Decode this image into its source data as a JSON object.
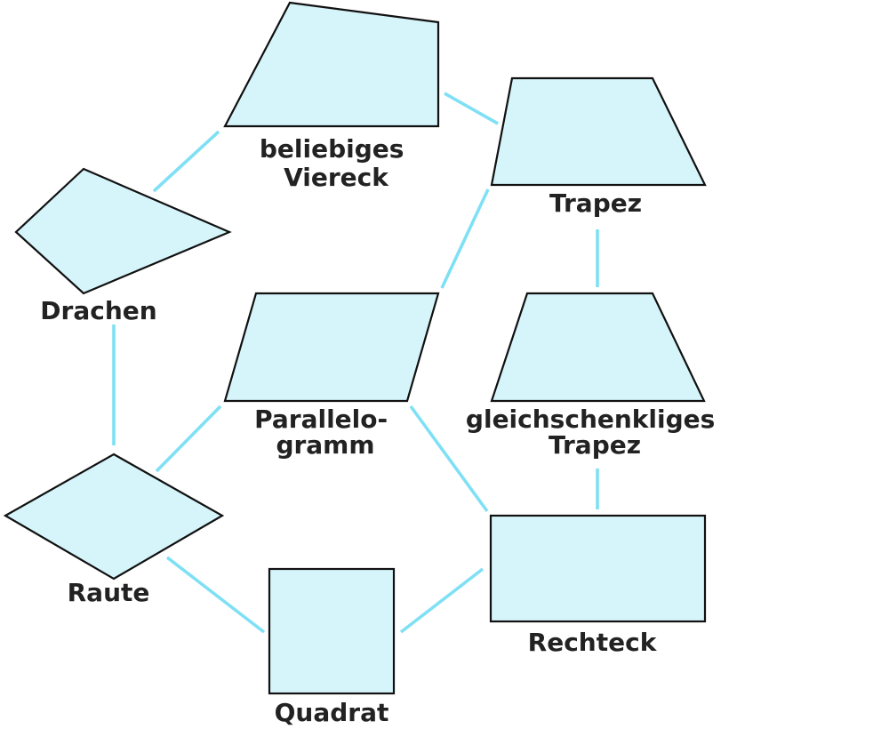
{
  "diagram": {
    "title": "",
    "colors": {
      "shape_fill": "#d6f5fb",
      "shape_stroke": "#111111",
      "connector": "#7fe0f5",
      "text": "#222222"
    },
    "nodes": {
      "viereck": {
        "lines": [
          "beliebiges",
          "Viereck"
        ]
      },
      "trapez": {
        "lines": [
          "Trapez"
        ]
      },
      "drachen": {
        "lines": [
          "Drachen"
        ]
      },
      "parallelogramm": {
        "lines": [
          "Parallelo-",
          "gramm"
        ]
      },
      "gleich_trapez": {
        "lines": [
          "gleichschenkliges",
          "Trapez"
        ]
      },
      "raute": {
        "lines": [
          "Raute"
        ]
      },
      "rechteck": {
        "lines": [
          "Rechteck"
        ]
      },
      "quadrat": {
        "lines": [
          "Quadrat"
        ]
      }
    },
    "edges": [
      [
        "viereck",
        "drachen"
      ],
      [
        "viereck",
        "trapez"
      ],
      [
        "trapez",
        "parallelogramm"
      ],
      [
        "trapez",
        "gleich_trapez"
      ],
      [
        "drachen",
        "raute"
      ],
      [
        "parallelogramm",
        "raute"
      ],
      [
        "parallelogramm",
        "rechteck"
      ],
      [
        "gleich_trapez",
        "rechteck"
      ],
      [
        "raute",
        "quadrat"
      ],
      [
        "rechteck",
        "quadrat"
      ]
    ]
  }
}
